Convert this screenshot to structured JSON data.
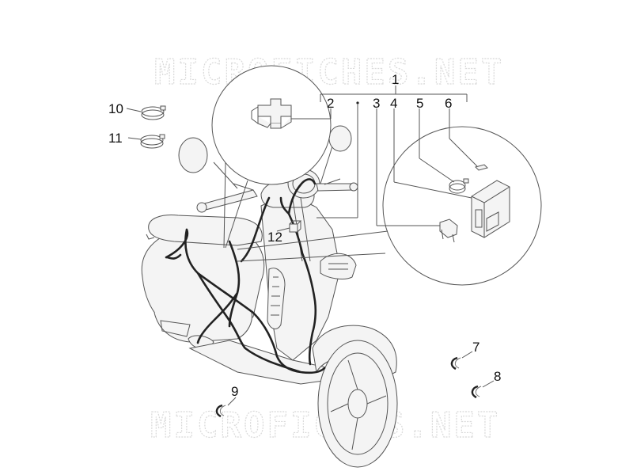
{
  "watermark": {
    "text": "MICROFICHES.NET"
  },
  "callouts": {
    "p1": "1",
    "p2": "2",
    "p3": "3",
    "p4": "4",
    "p5": "5",
    "p6": "6",
    "p7": "7",
    "p8": "8",
    "p9": "9",
    "p10": "10",
    "p11": "11",
    "p12": "12"
  }
}
